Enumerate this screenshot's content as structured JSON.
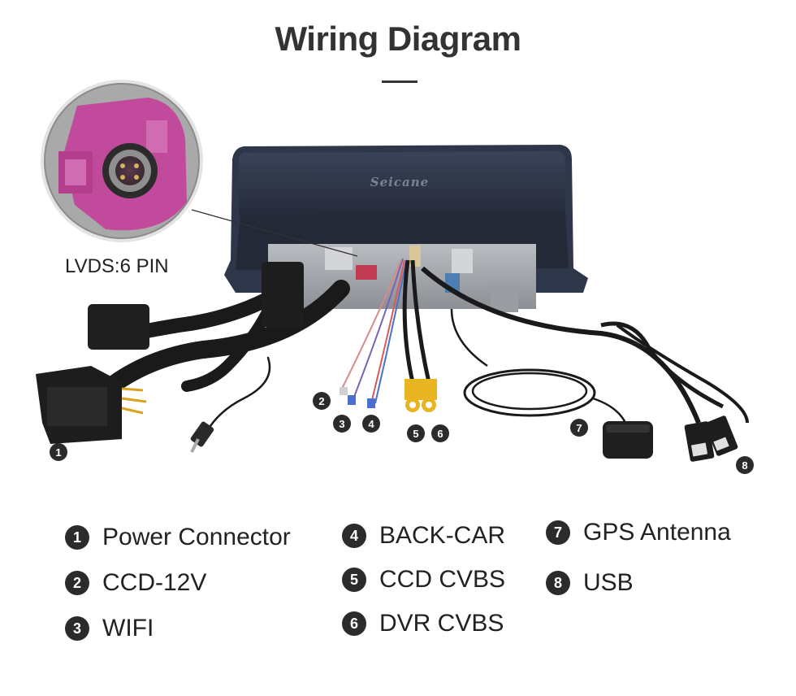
{
  "title": "Wiring Diagram",
  "unit_brand": "Seicane",
  "lvds_label": "LVDS:6 PIN",
  "markers": [
    "1",
    "2",
    "3",
    "4",
    "5",
    "6",
    "7",
    "8"
  ],
  "legend": [
    {
      "num": "1",
      "label": "Power Connector"
    },
    {
      "num": "2",
      "label": "CCD-12V"
    },
    {
      "num": "3",
      "label": "WIFI"
    },
    {
      "num": "4",
      "label": "BACK-CAR"
    },
    {
      "num": "5",
      "label": "CCD CVBS"
    },
    {
      "num": "6",
      "label": "DVR CVBS"
    },
    {
      "num": "7",
      "label": "GPS Antenna"
    },
    {
      "num": "8",
      "label": "USB"
    }
  ],
  "colors": {
    "connector_pink": "#c24a9c",
    "rca_yellow": "#e8b422",
    "cable_black": "#1a1a1a",
    "unit_navy": "#2e3649"
  }
}
